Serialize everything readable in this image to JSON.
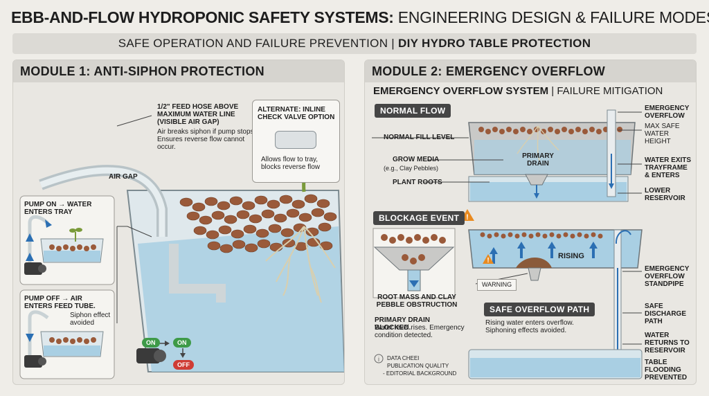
{
  "title": {
    "bold": "EBB-AND-FLOW HYDROPONIC SAFETY SYSTEMS:",
    "rest": " ENGINEERING DESIGN & FAILURE MODES"
  },
  "subtitle": {
    "plain": "SAFE OPERATION AND FAILURE PREVENTION | ",
    "bold": "DIY HYDRO TABLE PROTECTION"
  },
  "module1": {
    "heading": "MODULE 1: ANTI-SIPHON PROTECTION",
    "feed_hose_title": "1/2\" FEED HOSE ABOVE MAXIMUM WATER LINE (VISIBLE AIR GAP)",
    "feed_hose_text": "Air breaks siphon if pump stops. Ensures reverse flow cannot occur.",
    "check_valve_title": "ALTERNATE: INLINE CHECK VALVE OPTION",
    "check_valve_text": "Allows flow to tray, blocks reverse flow",
    "air_gap": "AIR GAP",
    "pump_on_title": "PUMP ON → WATER ENTERS TRAY",
    "pump_off_title": "PUMP OFF → AIR ENTERS FEED TUBE.",
    "pump_off_text": "Siphon effect avoided",
    "states": {
      "on": "ON",
      "off": "OFF"
    }
  },
  "module2": {
    "heading": "MODULE 2: EMERGENCY OVERFLOW",
    "system_title_bold": "EMERGENCY OVERFLOW SYSTEM",
    "system_title_rest": " | FAILURE MITIGATION",
    "normal_flow": "NORMAL FLOW",
    "normal_fill_level": "NORMAL FILL LEVEL",
    "grow_media": "GROW MEDIA",
    "grow_media_note": "(e.g., Clay Pebbles)",
    "plant_roots": "PLANT ROOTS",
    "primary_drain": "PRIMARY DRAIN",
    "emergency_overflow": "EMERGENCY OVERFLOW",
    "max_safe": "MAX SAFE WATER HEIGHT",
    "water_exits": "WATER EXITS TRAYFRAME & ENTERS",
    "lower_reservoir": "LOWER RESERVOIR",
    "blockage_event": "BLOCKAGE EVENT",
    "rising": "RISING",
    "warning": "WARNING",
    "root_mass": "ROOT MASS AND CLAY PEBBLE OBSTRUCTION",
    "standpipe": "EMERGENCY OVERFLOW STANDPIPE",
    "safe_path_tag": "SAFE OVERFLOW PATH",
    "safe_path_text": "Rising water enters overflow. Siphoning effects avoided.",
    "safe_discharge": "SAFE DISCHARGE PATH",
    "water_returns": "WATER RETURNS TO RESERVOIR",
    "table_flooding": "TABLE FLOODING PREVENTED",
    "drain_blocked_title": "PRIMARY DRAIN BLOCKED.",
    "drain_blocked_text": "Water level rises. Emergency condition detected.",
    "footnote_1": "DATA CHEEI",
    "footnote_2": "PUBLICATION QUALITY",
    "footnote_3": "- EDITORIAL BACKGROUND"
  },
  "colors": {
    "water": "#a9cfe3",
    "water_dark": "#6fa6c8",
    "pebble": "#9a5a3a",
    "media_grey": "#8d8e8c",
    "tag_bg": "#454545",
    "on_green": "#3e9a48",
    "off_red": "#cf3c35",
    "arrow_blue": "#2b6fb3",
    "warning_orange": "#e98a1f"
  },
  "icons": [
    "pump-icon",
    "check-valve-icon",
    "warning-icon",
    "info-icon",
    "plant-icon"
  ]
}
